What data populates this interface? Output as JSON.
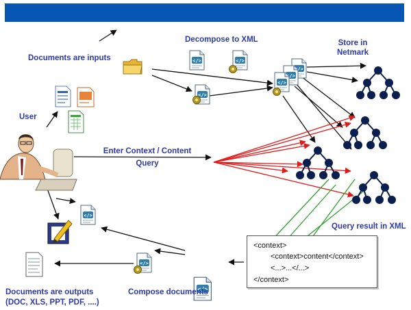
{
  "colors": {
    "header_bar": "#0756b3",
    "label_text": "#2d3aa6",
    "tree_node": "#0a1f4d",
    "arrow_black": "#111111",
    "arrow_red": "#e11b1b",
    "arrow_green": "#2fa12f"
  },
  "labels": {
    "documents_inputs": "Documents are inputs",
    "decompose_xml": "Decompose to XML",
    "store_line1": "Store in",
    "store_line2": "Netmark",
    "user": "User",
    "query_line1": "Enter Context / Content",
    "query_line2": "Query",
    "query_result": "Query result in XML",
    "compose": "Compose documents",
    "outputs_line1": "Documents are outputs",
    "outputs_line2": "(DOC, XLS, PPT, PDF, ....)"
  },
  "xml_snippet": {
    "line1": "<context>",
    "line2": "<context>content</context>",
    "line3": "<...>...</...>",
    "line4": "</context>"
  },
  "icons": [
    "folder-icon",
    "word-doc-icon",
    "powerpoint-doc-icon",
    "excel-doc-icon",
    "xml-doc-icon",
    "user-at-computer-icon",
    "edit-document-icon",
    "output-document-icon",
    "tree-icon"
  ]
}
